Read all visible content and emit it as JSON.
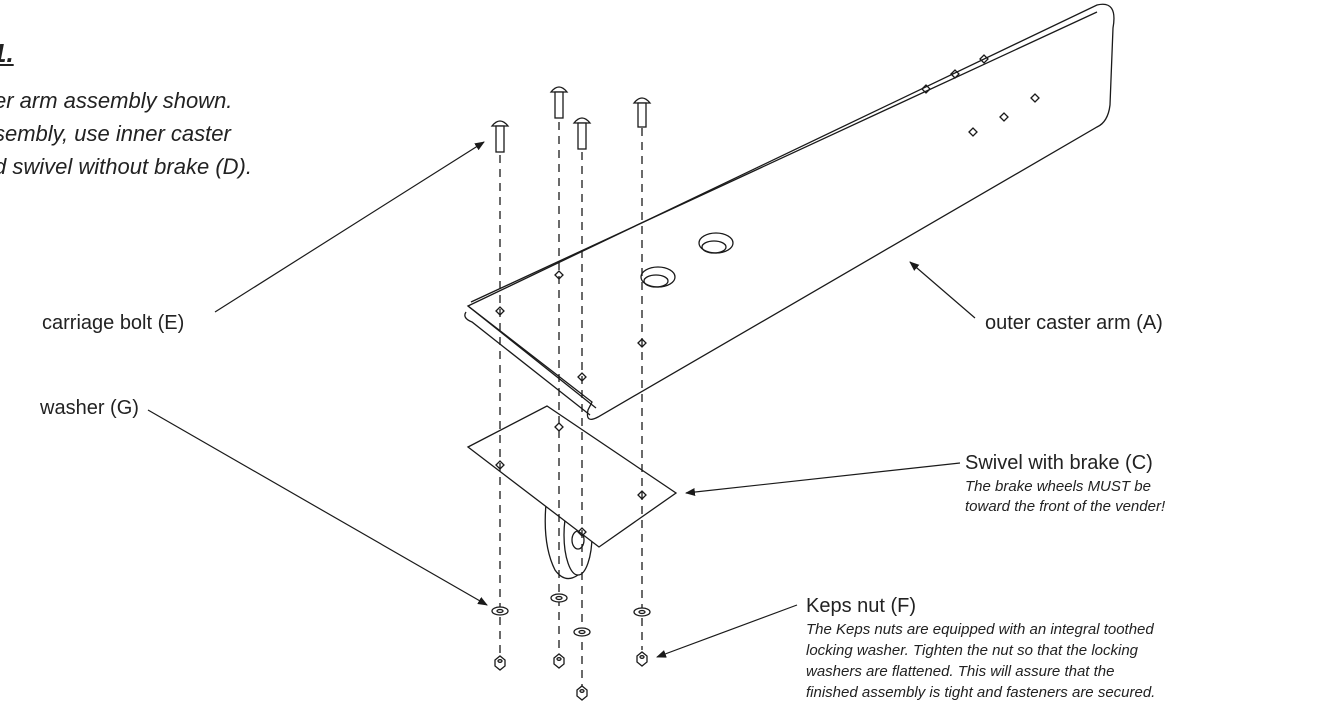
{
  "step": {
    "number": "1."
  },
  "intro": {
    "lines": [
      "er arm assembly shown.",
      "sembly, use inner caster",
      "d swivel without brake (D)."
    ]
  },
  "labels": {
    "carriage_bolt": "carriage bolt (E)",
    "washer": "washer (G)",
    "outer_caster_arm": "outer caster arm (A)",
    "swivel_with_brake": "Swivel with brake (C)",
    "swivel_note_1": "The brake wheels MUST be",
    "swivel_note_2": "toward the front of the vender!",
    "keps_nut": "Keps nut (F)",
    "keps_note_1": "The Keps nuts are equipped with an integral toothed",
    "keps_note_2": "locking washer.  Tighten the nut so that the locking",
    "keps_note_3": "washers are flattened.  This will assure that the",
    "keps_note_4": "finished assembly is tight and fasteners are secured."
  },
  "colors": {
    "line": "#1a1a1a",
    "text": "#222222",
    "background": "#ffffff"
  }
}
